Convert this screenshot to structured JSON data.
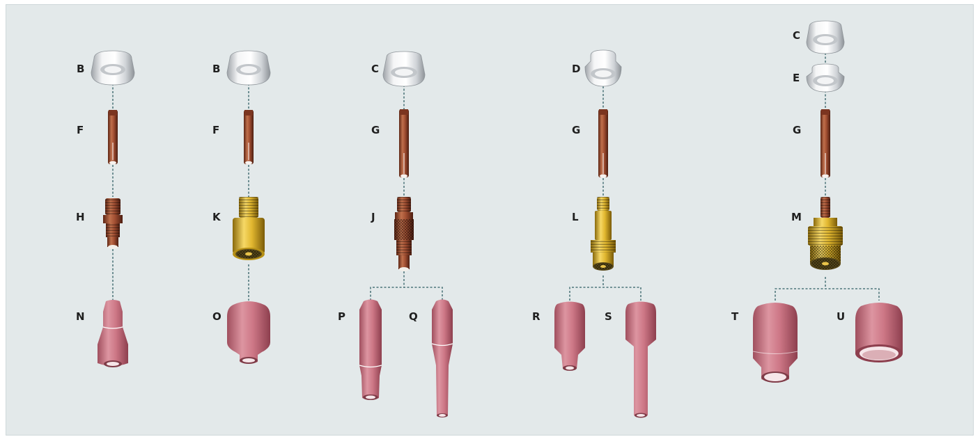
{
  "colors": {
    "background": "#e3e9ea",
    "cup_ceramic": "#c9707f",
    "copper": "#9a4a2e",
    "brass": "#d8b027",
    "silver": "#e6e8ea",
    "leader_line": "#2f5e63"
  },
  "labels": {
    "B1": "B",
    "B2": "B",
    "C1": "C",
    "C2": "C",
    "D": "D",
    "E": "E",
    "F1": "F",
    "F2": "F",
    "G1": "G",
    "G2": "G",
    "G3": "G",
    "H": "H",
    "K": "K",
    "J": "J",
    "L": "L",
    "M": "M",
    "N": "N",
    "O": "O",
    "P": "P",
    "Q": "Q",
    "R": "R",
    "S": "S",
    "T": "T",
    "U": "U"
  }
}
